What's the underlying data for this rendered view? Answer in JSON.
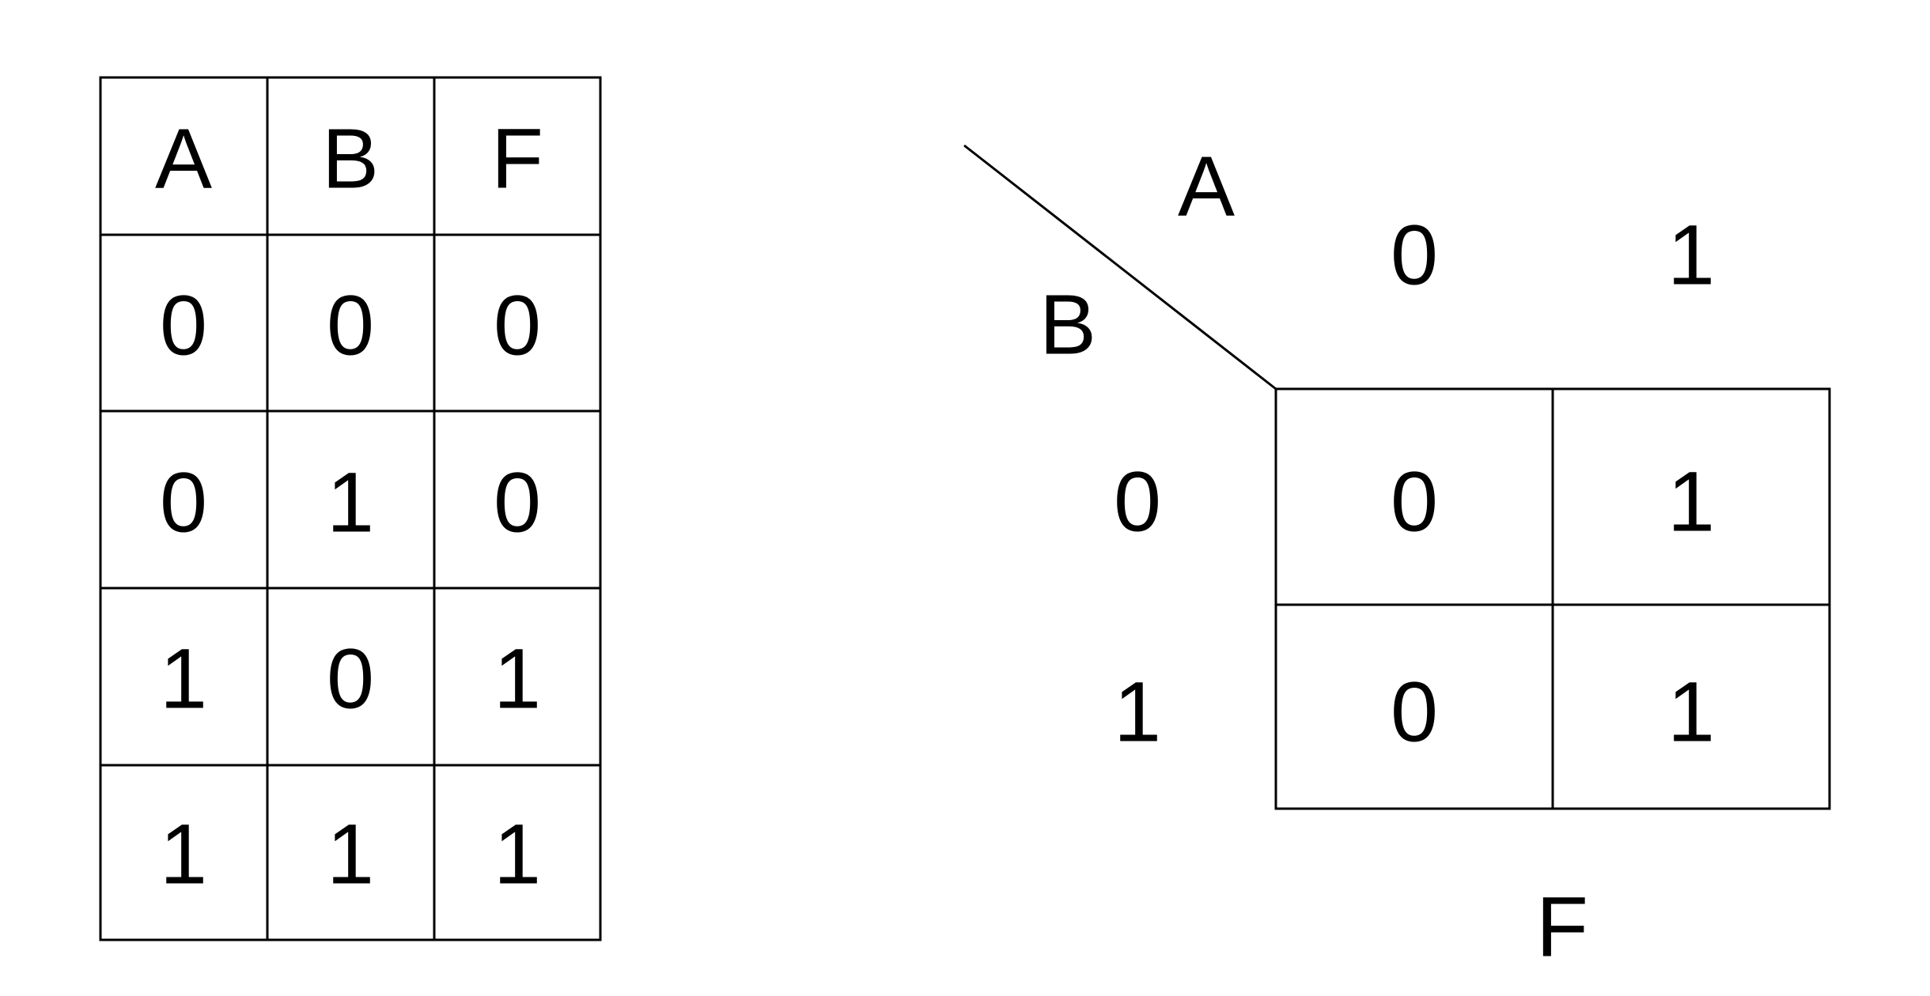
{
  "truth_table": {
    "headers": [
      "A",
      "B",
      "F"
    ],
    "rows": [
      [
        "0",
        "0",
        "0"
      ],
      [
        "0",
        "1",
        "0"
      ],
      [
        "1",
        "0",
        "1"
      ],
      [
        "1",
        "1",
        "1"
      ]
    ]
  },
  "kmap": {
    "column_variable": "A",
    "row_variable": "B",
    "column_headers": [
      "0",
      "1"
    ],
    "row_headers": [
      "0",
      "1"
    ],
    "cells": [
      [
        "0",
        "1"
      ],
      [
        "0",
        "1"
      ]
    ],
    "output_label": "F"
  },
  "colors": {
    "line": "#000000",
    "background": "#ffffff"
  }
}
